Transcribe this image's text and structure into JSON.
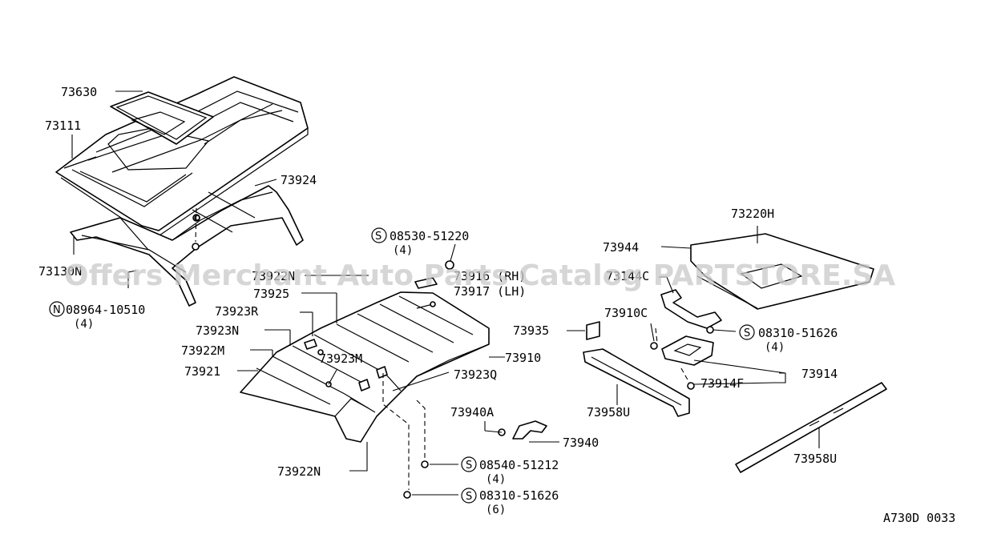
{
  "labels": {
    "l_73630": "73630",
    "l_73111": "73111",
    "l_73924": "73924",
    "l_73130": "73130N",
    "l_73922n_top": "73922N",
    "l_08964": "08964-10510",
    "l_08964_qty": "(4)",
    "l_08530": "08530-51220",
    "l_08530_qty": "(4)",
    "l_73916": "73916 (RH)",
    "l_73917": "73917 (LH)",
    "l_73925": "73925",
    "l_73923r": "73923R",
    "l_73923n": "73923N",
    "l_73922m": "73922M",
    "l_73921": "73921",
    "l_73923m": "73923M",
    "l_73910": "73910",
    "l_73923q": "73923Q",
    "l_73940a": "73940A",
    "l_73940": "73940",
    "l_08540": "08540-51212",
    "l_08540_qty": "(4)",
    "l_08310b": "08310-51626",
    "l_08310b_qty": "(6)",
    "l_73922n": "73922N",
    "l_73220h": "73220H",
    "l_73944": "73944",
    "l_73144c": "73144C",
    "l_73910c": "73910C",
    "l_73935": "73935",
    "l_08310a": "08310-51626",
    "l_08310a_qty": "(4)",
    "l_73914": "73914",
    "l_73914f": "73914F",
    "l_73958u_a": "73958U",
    "l_73958u_b": "73958U",
    "diagram_code": "A730D 0033"
  },
  "symbols": {
    "s_letter": "S",
    "n_letter": "N"
  },
  "watermark": "Offers Merchant Auto Parts Catalog PARTSTORE.SA"
}
